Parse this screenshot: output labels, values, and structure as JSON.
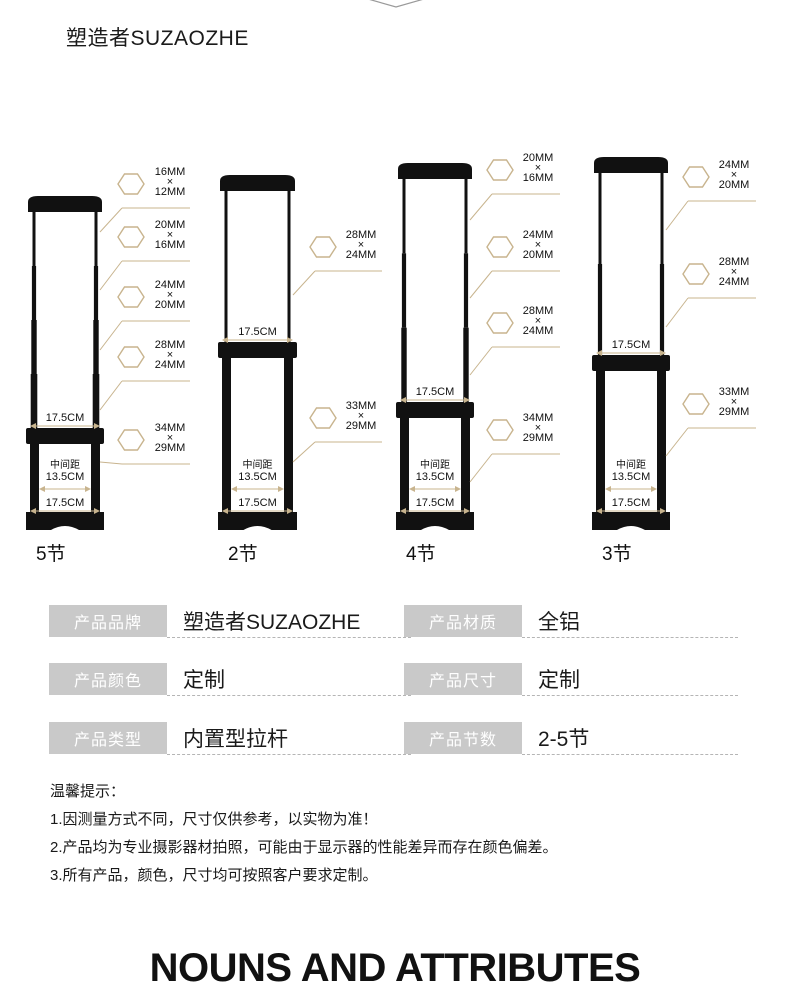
{
  "header": {
    "brand": "塑造者SUZAOZHE"
  },
  "handles": [
    {
      "label": "5节",
      "sections": [
        {
          "a": "16MM",
          "x": "×",
          "b": "12MM"
        },
        {
          "a": "20MM",
          "x": "×",
          "b": "16MM"
        },
        {
          "a": "24MM",
          "x": "×",
          "b": "20MM"
        },
        {
          "a": "28MM",
          "x": "×",
          "b": "24MM"
        },
        {
          "a": "34MM",
          "x": "×",
          "b": "29MM"
        }
      ],
      "width_top": "17.5CM",
      "middle_label": "中间距",
      "middle_value": "13.5CM",
      "width_bottom": "17.5CM"
    },
    {
      "label": "2节",
      "sections": [
        {
          "a": "28MM",
          "x": "×",
          "b": "24MM"
        },
        {
          "a": "33MM",
          "x": "×",
          "b": "29MM"
        }
      ],
      "width_top": "17.5CM",
      "middle_label": "中间距",
      "middle_value": "13.5CM",
      "width_bottom": "17.5CM"
    },
    {
      "label": "4节",
      "sections": [
        {
          "a": "20MM",
          "x": "×",
          "b": "16MM"
        },
        {
          "a": "24MM",
          "x": "×",
          "b": "20MM"
        },
        {
          "a": "28MM",
          "x": "×",
          "b": "24MM"
        },
        {
          "a": "34MM",
          "x": "×",
          "b": "29MM"
        }
      ],
      "width_top": "17.5CM",
      "middle_label": "中间距",
      "middle_value": "13.5CM",
      "width_bottom": "17.5CM"
    },
    {
      "label": "3节",
      "sections": [
        {
          "a": "24MM",
          "x": "×",
          "b": "20MM"
        },
        {
          "a": "28MM",
          "x": "×",
          "b": "24MM"
        },
        {
          "a": "33MM",
          "x": "×",
          "b": "29MM"
        }
      ],
      "width_top": "17.5CM",
      "middle_label": "中间距",
      "middle_value": "13.5CM",
      "width_bottom": "17.5CM"
    }
  ],
  "specs": {
    "brand": {
      "label": "产品品牌",
      "value": "塑造者SUZAOZHE"
    },
    "material": {
      "label": "产品材质",
      "value": "全铝"
    },
    "color": {
      "label": "产品颜色",
      "value": "定制"
    },
    "size": {
      "label": "产品尺寸",
      "value": "定制"
    },
    "type": {
      "label": "产品类型",
      "value": "内置型拉杆"
    },
    "sections": {
      "label": "产品节数",
      "value": "2-5节"
    }
  },
  "tips": {
    "title": "温馨提示：",
    "lines": [
      "1.因测量方式不同，尺寸仅供参考，以实物为准！",
      "2.产品均为专业摄影器材拍照，可能由于显示器的性能差异而存在颜色偏差。",
      "3.所有产品，颜色，尺寸均可按照客户要求定制。"
    ]
  },
  "footer": {
    "title": "NOUNS AND ATTRIBUTES"
  },
  "colors": {
    "accent_line": "#c8b48e",
    "hexagon": "#c8b48e",
    "label_bg": "#c9c9c9",
    "handle": "#111111"
  },
  "icons": [
    "chevron-down-icon",
    "hexagon-icon"
  ]
}
